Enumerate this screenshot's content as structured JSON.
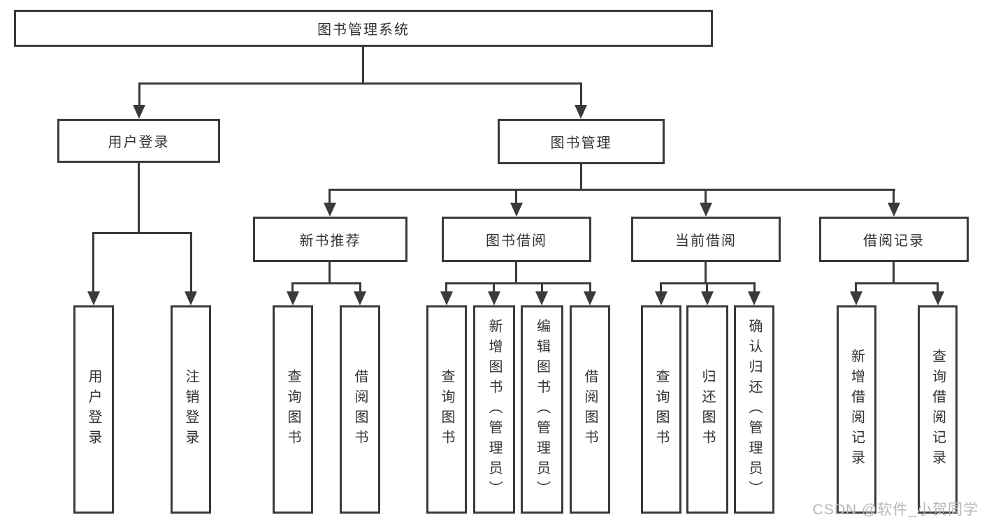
{
  "tree": {
    "root": "图书管理系统",
    "branches": [
      {
        "label": "用户登录",
        "children": [
          "用户登录",
          "注销登录"
        ]
      },
      {
        "label": "图书管理",
        "sections": [
          {
            "label": "新书推荐",
            "children": [
              "查询图书",
              "借阅图书"
            ]
          },
          {
            "label": "图书借阅",
            "children": [
              "查询图书",
              "新增图书（管理员）",
              "编辑图书（管理员）",
              "借阅图书"
            ]
          },
          {
            "label": "当前借阅",
            "children": [
              "查询图书",
              "归还图书",
              "确认归还（管理员）"
            ]
          },
          {
            "label": "借阅记录",
            "children": [
              "新增借阅记录",
              "查询借阅记录"
            ]
          }
        ]
      }
    ]
  },
  "watermark": "CSDN @软件_小贺同学",
  "colors": {
    "line": "#3a3a3a",
    "text": "#333333",
    "watermark": "#b7b7b7",
    "background": "#ffffff"
  }
}
